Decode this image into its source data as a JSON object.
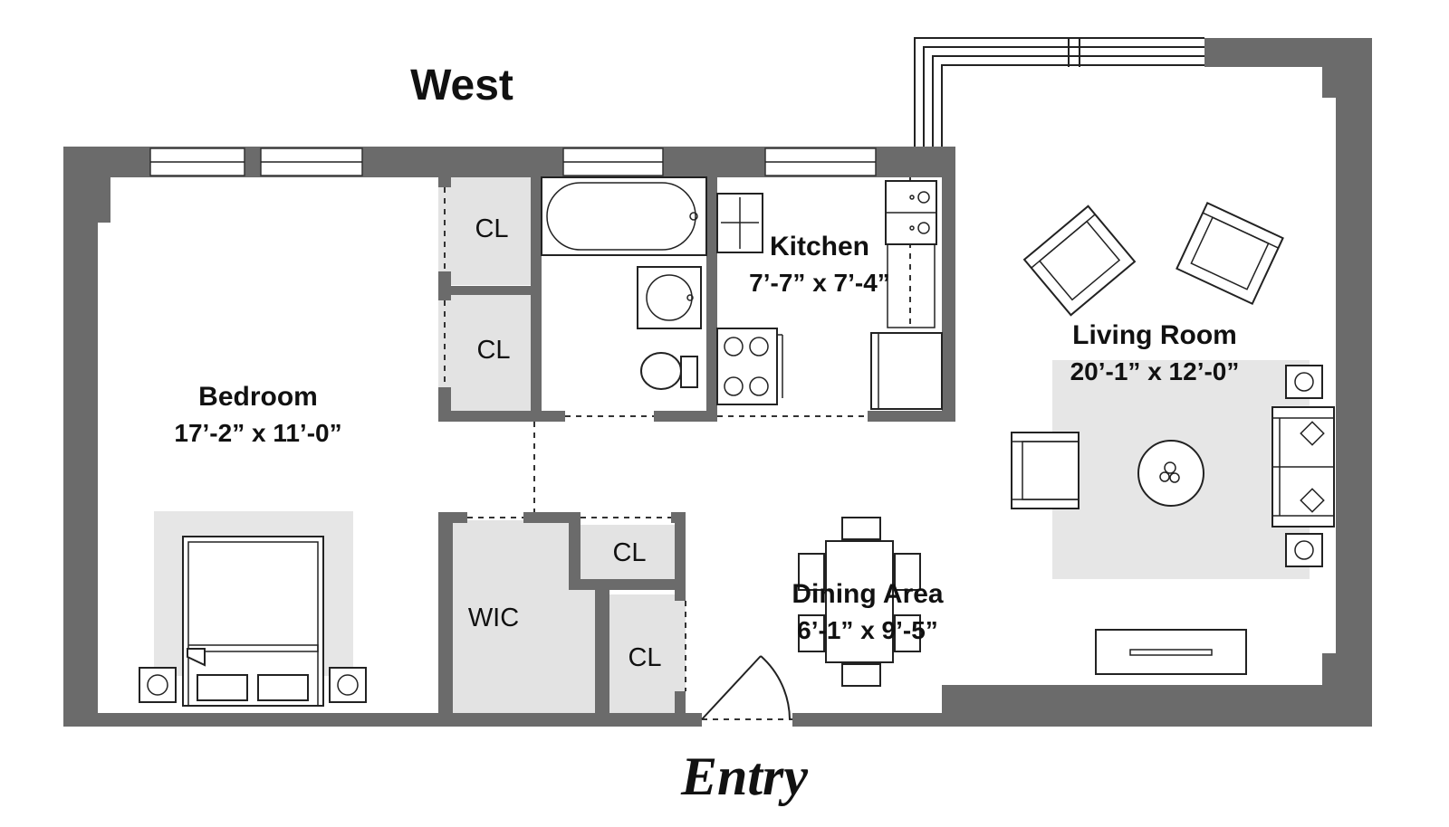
{
  "orientation": {
    "top": "West",
    "bottom": "Entry"
  },
  "rooms": {
    "bedroom": {
      "name": "Bedroom",
      "dimensions": "17’-2” x 11’-0”"
    },
    "kitchen": {
      "name": "Kitchen",
      "dimensions": "7’-7” x 7’-4”"
    },
    "living_room": {
      "name": "Living Room",
      "dimensions": "20’-1” x 12’-0”"
    },
    "dining_area": {
      "name": "Dining Area",
      "dimensions": "6’-1” x 9’-5”"
    },
    "wic": {
      "name": "WIC"
    }
  },
  "closets": {
    "cl1": "CL",
    "cl2": "CL",
    "cl3": "CL",
    "cl4": "CL"
  },
  "colors": {
    "wall": "#6b6b6b",
    "closet_fill": "#e3e3e3",
    "background": "#ffffff"
  }
}
